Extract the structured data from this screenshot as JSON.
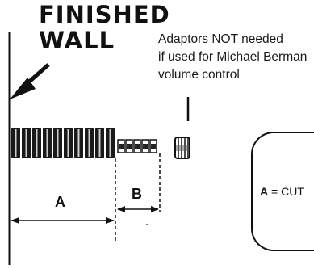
{
  "heading": "FINISHED\nWALL",
  "note": "Adaptors NOT needed\nif used for Michael Berman\nvolume control",
  "label_a": "A",
  "label_b": "B",
  "legend": {
    "key": "A",
    "separator": " = CUT"
  }
}
